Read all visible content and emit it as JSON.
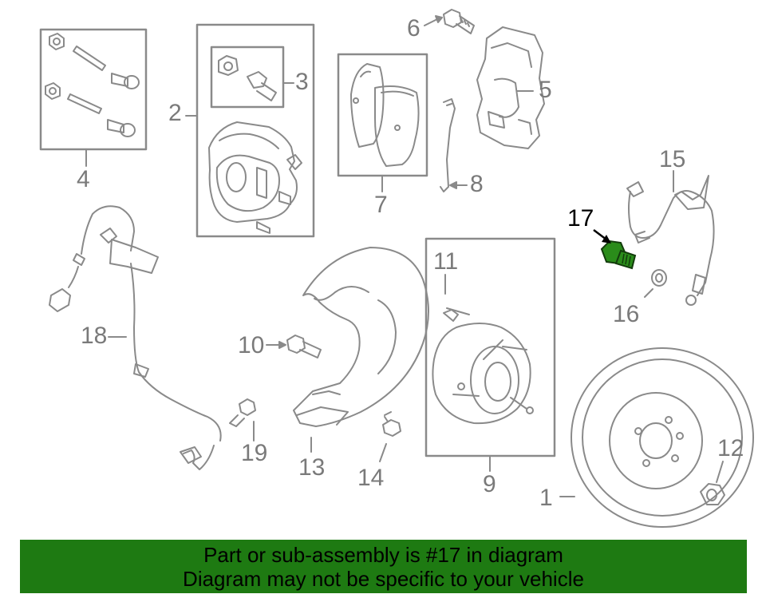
{
  "callouts": [
    {
      "id": "1",
      "text": "1"
    },
    {
      "id": "2",
      "text": "2"
    },
    {
      "id": "3",
      "text": "3"
    },
    {
      "id": "4",
      "text": "4"
    },
    {
      "id": "5",
      "text": "5"
    },
    {
      "id": "6",
      "text": "6"
    },
    {
      "id": "7",
      "text": "7"
    },
    {
      "id": "8",
      "text": "8"
    },
    {
      "id": "9",
      "text": "9"
    },
    {
      "id": "10",
      "text": "10"
    },
    {
      "id": "11",
      "text": "11"
    },
    {
      "id": "12",
      "text": "12"
    },
    {
      "id": "13",
      "text": "13"
    },
    {
      "id": "14",
      "text": "14"
    },
    {
      "id": "15",
      "text": "15"
    },
    {
      "id": "16",
      "text": "16"
    },
    {
      "id": "17",
      "text": "17"
    },
    {
      "id": "18",
      "text": "18"
    },
    {
      "id": "19",
      "text": "19"
    }
  ],
  "highlight_part": "17",
  "colors": {
    "line": "#888888",
    "highlight_part": "#2a8c1a",
    "banner": "#1e7a12",
    "highlight_label": "#000000"
  },
  "banner": {
    "line1": "Part or sub-assembly is #17 in diagram",
    "line2": "Diagram may not be specific to your vehicle"
  }
}
